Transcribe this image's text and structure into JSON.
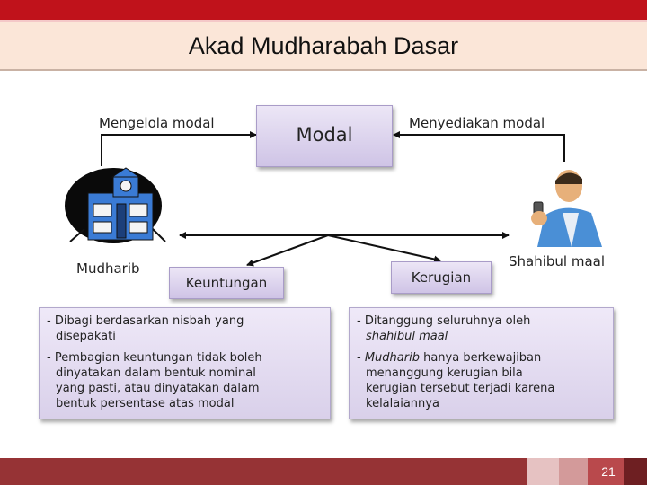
{
  "title": "Akad Mudharabah Dasar",
  "diagram": {
    "center_box": "Modal",
    "left_arrow_label": "Mengelola modal",
    "right_arrow_label": "Menyediakan modal",
    "left_party": "Mudharib",
    "right_party": "Shahibul maal",
    "profit_box": "Keuntungan",
    "loss_box": "Kerugian"
  },
  "profit_notes": [
    {
      "lines": [
        "- Dibagi berdasarkan nisbah yang",
        "disepakati"
      ]
    },
    {
      "lines": [
        "- Pembagian keuntungan tidak boleh",
        "dinyatakan dalam bentuk nominal",
        "yang pasti, atau dinyatakan dalam",
        "bentuk persentase atas modal"
      ]
    }
  ],
  "loss_notes": {
    "item1_line1": "- Ditanggung seluruhnya oleh",
    "item1_line2": "shahibul maal",
    "item2_prefix": "- ",
    "item2_italic": "Mudharib",
    "item2_rest": " hanya berkewajiban",
    "item2_lines": [
      "menanggung kerugian bila",
      "kerugian tersebut terjadi karena",
      "kelalaiannya"
    ]
  },
  "page_number": "21",
  "colors": {
    "accent_red": "#c0121b",
    "footer": "#963335",
    "box_fill": "#cfc4e6"
  },
  "icons": {
    "left_party": "building-icon",
    "right_party": "businessman-phone-icon"
  }
}
